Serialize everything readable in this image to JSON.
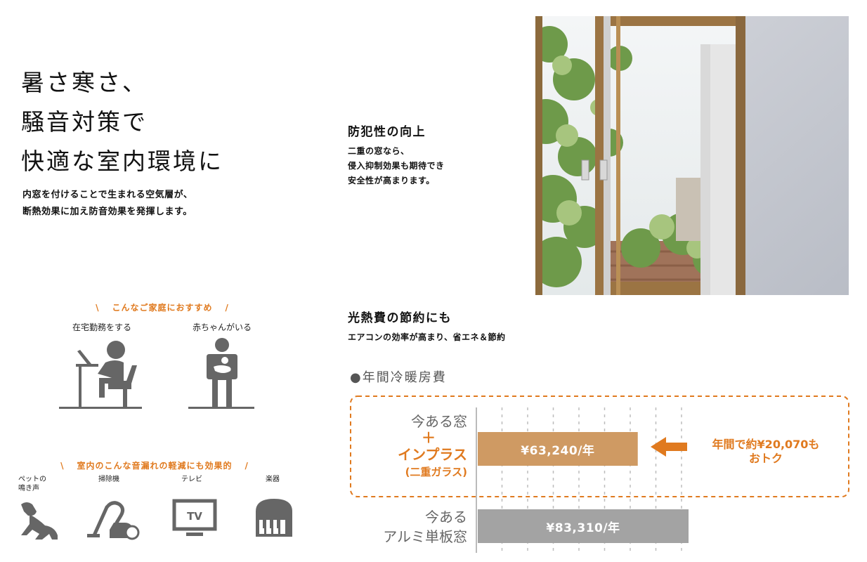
{
  "headline": [
    "暑さ寒さ、",
    "騒音対策で",
    "快適な室内環境に"
  ],
  "lead": [
    "内窓を付けることで生まれる空気層が、",
    "断熱効果に加え防音効果を発揮します。"
  ],
  "security": {
    "title": "防犯性の向上",
    "body": [
      "二重の窓なら、",
      "侵入抑制効果も期待でき",
      "安全性が高まります。"
    ]
  },
  "savings": {
    "title": "光熱費の節約にも",
    "body": "エアコンの効率が高まり、省エネ＆節約"
  },
  "recommend": {
    "title": "こんなご家庭におすすめ",
    "items": [
      {
        "label": "在宅勤務をする",
        "icon": "remote-work-icon"
      },
      {
        "label": "赤ちゃんがいる",
        "icon": "parent-with-baby-icon"
      }
    ]
  },
  "noise": {
    "title": "室内のこんな音漏れの軽減にも効果的",
    "items": [
      {
        "label": "ペットの\n鳴き声",
        "icon": "dog-icon"
      },
      {
        "label": "掃除機",
        "icon": "vacuum-cleaner-icon"
      },
      {
        "label": "テレビ",
        "icon": "tv-icon"
      },
      {
        "label": "楽器",
        "icon": "piano-icon"
      }
    ],
    "tv_text": "TV"
  },
  "colors": {
    "accent": "#e07a1f",
    "bar_new": "#cf9a63",
    "bar_old": "#a3a3a3",
    "arrow": "#e07a1f"
  },
  "chart_data": {
    "type": "bar",
    "orientation": "horizontal",
    "title": "●年間冷暖房費",
    "categories": [
      {
        "lines": [
          "今ある窓",
          "＋",
          "インプラス",
          "(二重ガラス)"
        ]
      },
      {
        "lines": [
          "今ある",
          "アルミ単板窓"
        ]
      }
    ],
    "values": [
      63240,
      83310
    ],
    "value_labels": [
      "¥63,240/年",
      "¥83,310/年"
    ],
    "xlim": [
      0,
      113000
    ],
    "grid": true,
    "annotation": [
      "年間で約¥20,070も",
      "おトク"
    ]
  }
}
